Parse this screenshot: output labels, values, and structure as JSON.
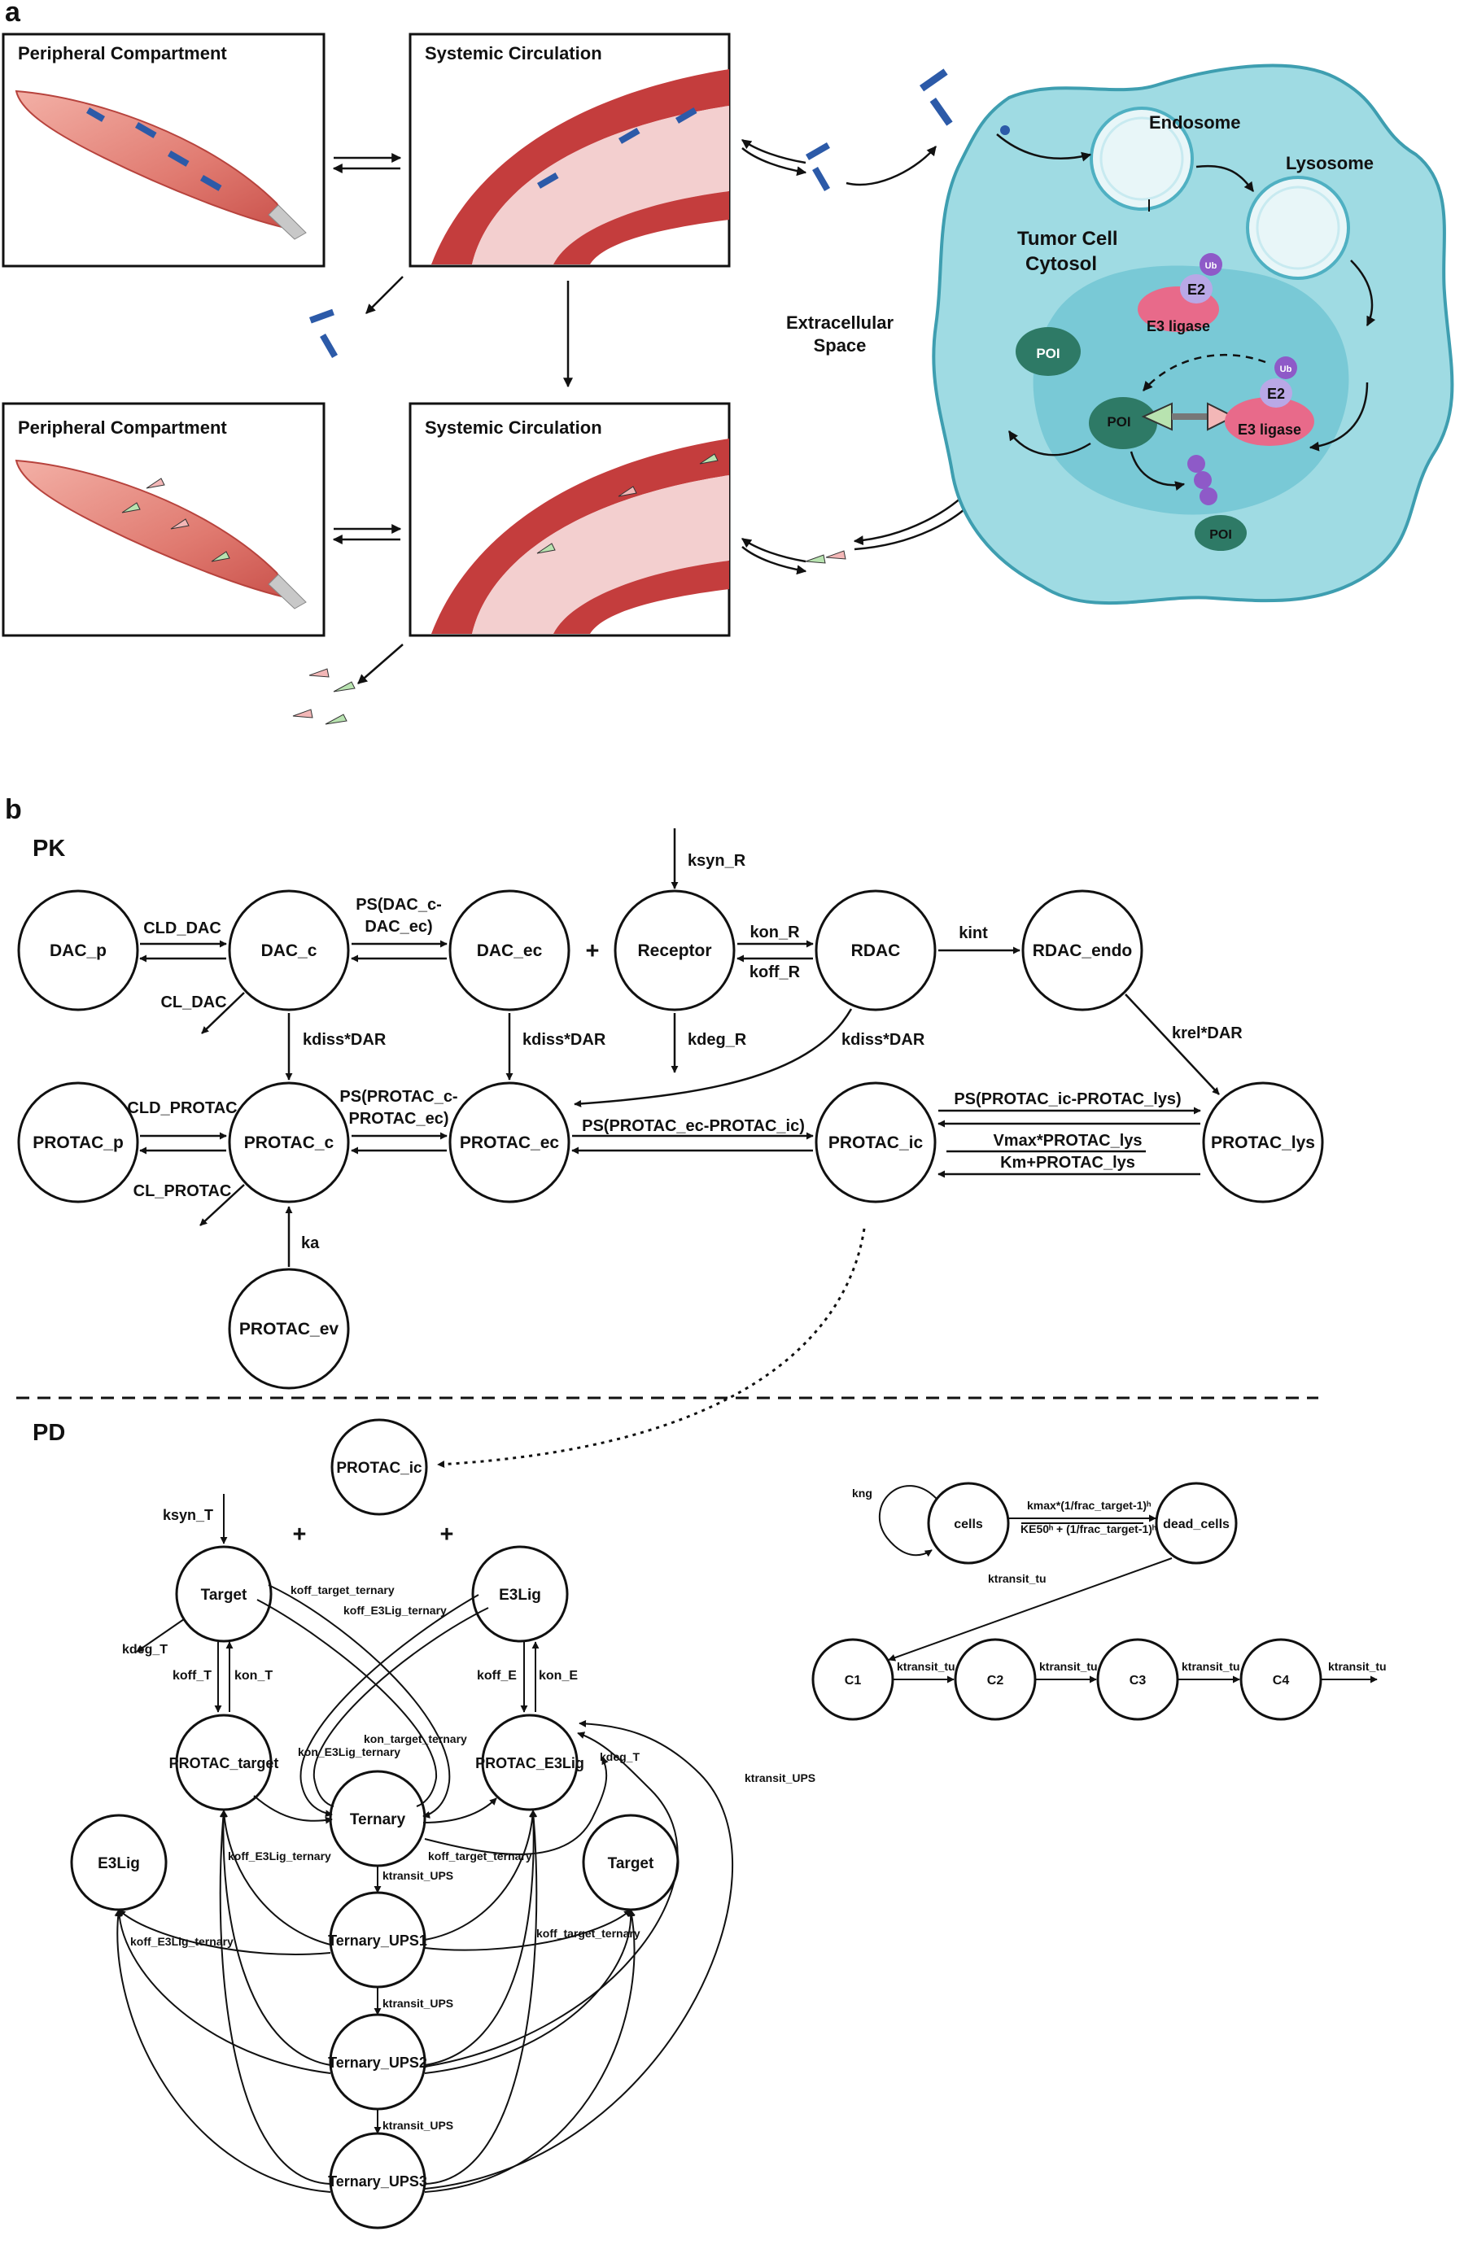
{
  "panel_labels": {
    "a": "a",
    "b": "b"
  },
  "panel_a": {
    "box_titles": {
      "peripheral_top": "Peripheral Compartment",
      "systemic_top": "Systemic Circulation",
      "peripheral_bottom": "Peripheral Compartment",
      "systemic_bottom": "Systemic Circulation"
    },
    "extracellular": [
      "Extracellular",
      "Space"
    ],
    "cell": {
      "tumor": [
        "Tumor Cell",
        "Cytosol"
      ],
      "endosome": "Endosome",
      "lysosome": "Lysosome",
      "e2": "E2",
      "ub": "Ub",
      "e3": "E3 ligase",
      "poi": "POI"
    }
  },
  "pk": {
    "section_label": "PK",
    "nodes": {
      "DAC_p": "DAC_p",
      "DAC_c": "DAC_c",
      "DAC_ec": "DAC_ec",
      "Receptor": "Receptor",
      "RDAC": "RDAC",
      "RDAC_endo": "RDAC_endo",
      "PROTAC_p": "PROTAC_p",
      "PROTAC_c": "PROTAC_c",
      "PROTAC_ec": "PROTAC_ec",
      "PROTAC_ic": "PROTAC_ic",
      "PROTAC_lys": "PROTAC_lys",
      "PROTAC_ev": "PROTAC_ev"
    },
    "plus": "+",
    "rates": {
      "ksyn_R": "ksyn_R",
      "CLD_DAC": "CLD_DAC",
      "CL_DAC": "CL_DAC",
      "PS_DAC_1": "PS(DAC_c-",
      "PS_DAC_2": "DAC_ec)",
      "kon_R": "kon_R",
      "koff_R": "koff_R",
      "kint": "kint",
      "kdiss1": "kdiss*DAR",
      "kdiss2": "kdiss*DAR",
      "kdiss3": "kdiss*DAR",
      "kdeg_R": "kdeg_R",
      "krel": "krel*DAR",
      "CLD_PROTAC": "CLD_PROTAC",
      "CL_PROTAC": "CL_PROTAC",
      "PS_PROTAC_1": "PS(PROTAC_c-",
      "PS_PROTAC_2": "PROTAC_ec)",
      "PS_ec_ic": "PS(PROTAC_ec-PROTAC_ic)",
      "PS_ic_lys": "PS(PROTAC_ic-PROTAC_lys)",
      "vmax_num": "Vmax*PROTAC_lys",
      "vmax_den": "Km+PROTAC_lys",
      "ka": "ka"
    }
  },
  "pd": {
    "section_label": "PD",
    "nodes": {
      "PROTAC_ic": "PROTAC_ic",
      "Target": "Target",
      "E3Lig": "E3Lig",
      "PROTAC_target": "PROTAC_target",
      "PROTAC_E3Lig": "PROTAC_E3Lig",
      "Ternary": "Ternary",
      "E3Lig_free": "E3Lig",
      "Target_free": "Target",
      "UPS1": "Ternary_UPS1",
      "UPS2": "Ternary_UPS2",
      "UPS3": "Ternary_UPS3",
      "cells": "cells",
      "dead_cells": "dead_cells",
      "C1": "C1",
      "C2": "C2",
      "C3": "C3",
      "C4": "C4"
    },
    "plus1": "+",
    "plus2": "+",
    "rates": {
      "ksyn_T": "ksyn_T",
      "kdeg_T": "kdeg_T",
      "koff_T": "koff_T",
      "kon_T": "kon_T",
      "koff_E": "koff_E",
      "kon_E": "kon_E",
      "koff_target_ternary_top": "koff_target_ternary",
      "koff_E3Lig_ternary_top": "koff_E3Lig_ternary",
      "kon_target_ternary": "kon_target_ternary",
      "kon_E3Lig_ternary": "kon_E3Lig_ternary",
      "kdeg_T_right": "kdeg_T",
      "ktransit_UPS_right": "ktransit_UPS",
      "koff_E3Lig_ternary_left": "koff_E3Lig_ternary",
      "koff_target_ternary_mid": "koff_target_ternary",
      "koff_E3Lig_ternary_far": "koff_E3Lig_ternary",
      "koff_target_ternary_right": "koff_target_ternary",
      "ktransit_UPS_1": "ktransit_UPS",
      "ktransit_UPS_2": "ktransit_UPS",
      "ktransit_UPS_3": "ktransit_UPS",
      "kng": "kng",
      "kmax_num": "kmax*(1/frac_target-1)ʰ",
      "ke50_den": "KE50ʰ + (1/frac_target-1)ʰ",
      "ktransit_tu": "ktransit_tu",
      "ktransit_tu_1": "ktransit_tu",
      "ktransit_tu_2": "ktransit_tu",
      "ktransit_tu_3": "ktransit_tu",
      "ktransit_tu_4": "ktransit_tu"
    }
  }
}
